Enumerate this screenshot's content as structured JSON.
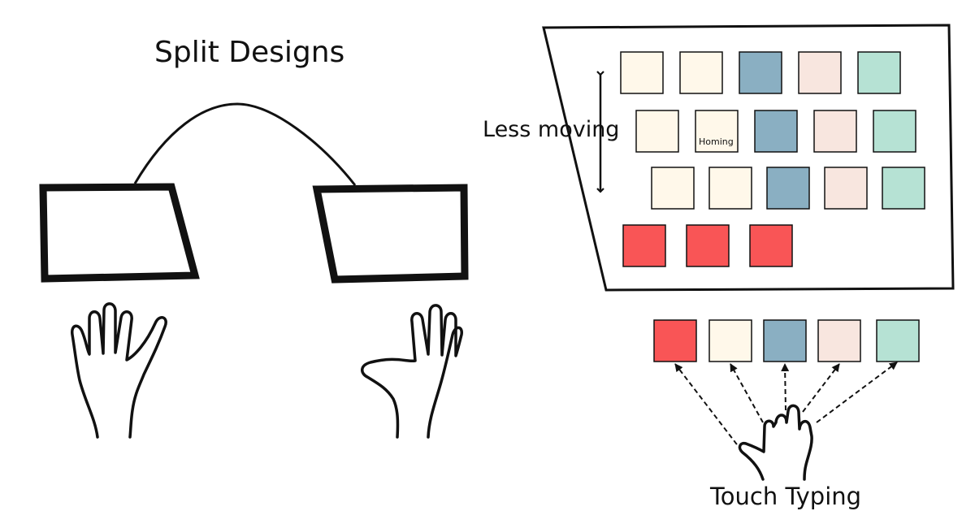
{
  "labels": {
    "title": "Split Designs",
    "less_moving": "Less moving",
    "touch_typing": "Touch Typing",
    "homing": "Homing"
  },
  "colors": {
    "ink": "#111111",
    "key_yellow": "#fff8ea",
    "key_blue": "#8aafc2",
    "key_pink": "#f8e6df",
    "key_green": "#b6e2d4",
    "key_red": "#f95556"
  },
  "keyboard": {
    "rows": [
      [
        "key_yellow",
        "key_yellow",
        "key_blue",
        "key_pink",
        "key_green"
      ],
      [
        "key_yellow",
        "key_yellow",
        "key_blue",
        "key_pink",
        "key_green"
      ],
      [
        "key_yellow",
        "key_yellow",
        "key_blue",
        "key_pink",
        "key_green"
      ],
      [
        "key_red",
        "key_red",
        "key_red"
      ]
    ]
  },
  "finger_keys": [
    "key_red",
    "key_yellow",
    "key_blue",
    "key_pink",
    "key_green"
  ]
}
